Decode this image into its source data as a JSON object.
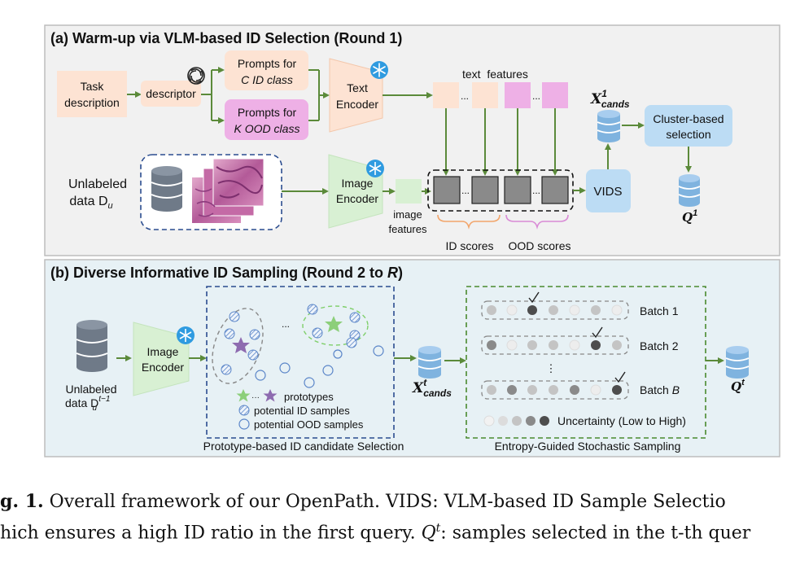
{
  "panel_a": {
    "title": "(a) Warm-up via VLM-based ID Selection (Round 1)",
    "task_box": [
      "Task",
      "description"
    ],
    "descriptor": "descriptor",
    "prompt_id": [
      "Prompts for",
      "C ID class"
    ],
    "prompt_ood": [
      "Prompts for",
      "K OOD class"
    ],
    "text_encoder": [
      "Text",
      "Encoder"
    ],
    "text_features": "text  features",
    "dots": "...",
    "unlabeled": [
      "Unlabeled",
      "data D"
    ],
    "unlabeled_sub": "u",
    "image_encoder": [
      "Image",
      "Encoder"
    ],
    "image_features": [
      "image",
      "features"
    ],
    "id_scores": "ID scores",
    "ood_scores": "OOD scores",
    "vids": "VIDS",
    "x_cands": "X",
    "x_cands_sup": "1",
    "x_cands_sub": "cands",
    "cluster": [
      "Cluster-based",
      "selection"
    ],
    "q1": "Q",
    "q1_sup": "1"
  },
  "panel_b": {
    "title": "(b) Diverse Informative ID Sampling (Round 2 to ",
    "title_r": "R",
    "title_end": ")",
    "unlabeled": [
      "Unlabeled",
      "data D"
    ],
    "unlabeled_sub": "u",
    "unlabeled_sup": "t−1",
    "image_encoder": [
      "Image",
      "Encoder"
    ],
    "dots": "...",
    "legend_prototypes": "prototypes",
    "legend_id": "potential ID samples",
    "legend_ood": "potential OOD samples",
    "proto_caption": "Prototype-based ID candidate Selection",
    "x_cands": "X",
    "x_cands_sup": "t",
    "x_cands_sub": "cands",
    "batch1": "Batch 1",
    "batch2": "Batch 2",
    "batchB": "Batch ",
    "batchB_var": "B",
    "vdots": "⋮",
    "uncertainty": "Uncertainty (Low to High)",
    "entropy_caption": "Entropy-Guided Stochastic Sampling",
    "qt": "Q",
    "qt_sup": "t"
  },
  "caption": {
    "fig_label": "g. 1.",
    "line1_rest": " Overall framework of our OpenPath. VIDS: VLM-based ID Sample Selectio",
    "line2_pre": "hich ensures a high ID ratio in the first query. ",
    "line2_q": "Q",
    "line2_qsup": "t",
    "line2_post": ": samples selected in the t-th quer"
  },
  "colors": {
    "panel_a_bg": "#f1f1f1",
    "panel_b_bg": "#e7f1f5",
    "peach": "#fde3d3",
    "pink": "#eeb0e6",
    "green_box": "#d8f0d3",
    "blue_box": "#bcdcf4",
    "arrow": "#5b8a3a",
    "dashed_blue": "#2a4c8f",
    "dashed_green": "#4a8a2e",
    "db_blue": "#7fb3df",
    "db_gray": "#6f7a88",
    "star_purple": "#8e6bb0",
    "star_green": "#8ccf7a"
  }
}
